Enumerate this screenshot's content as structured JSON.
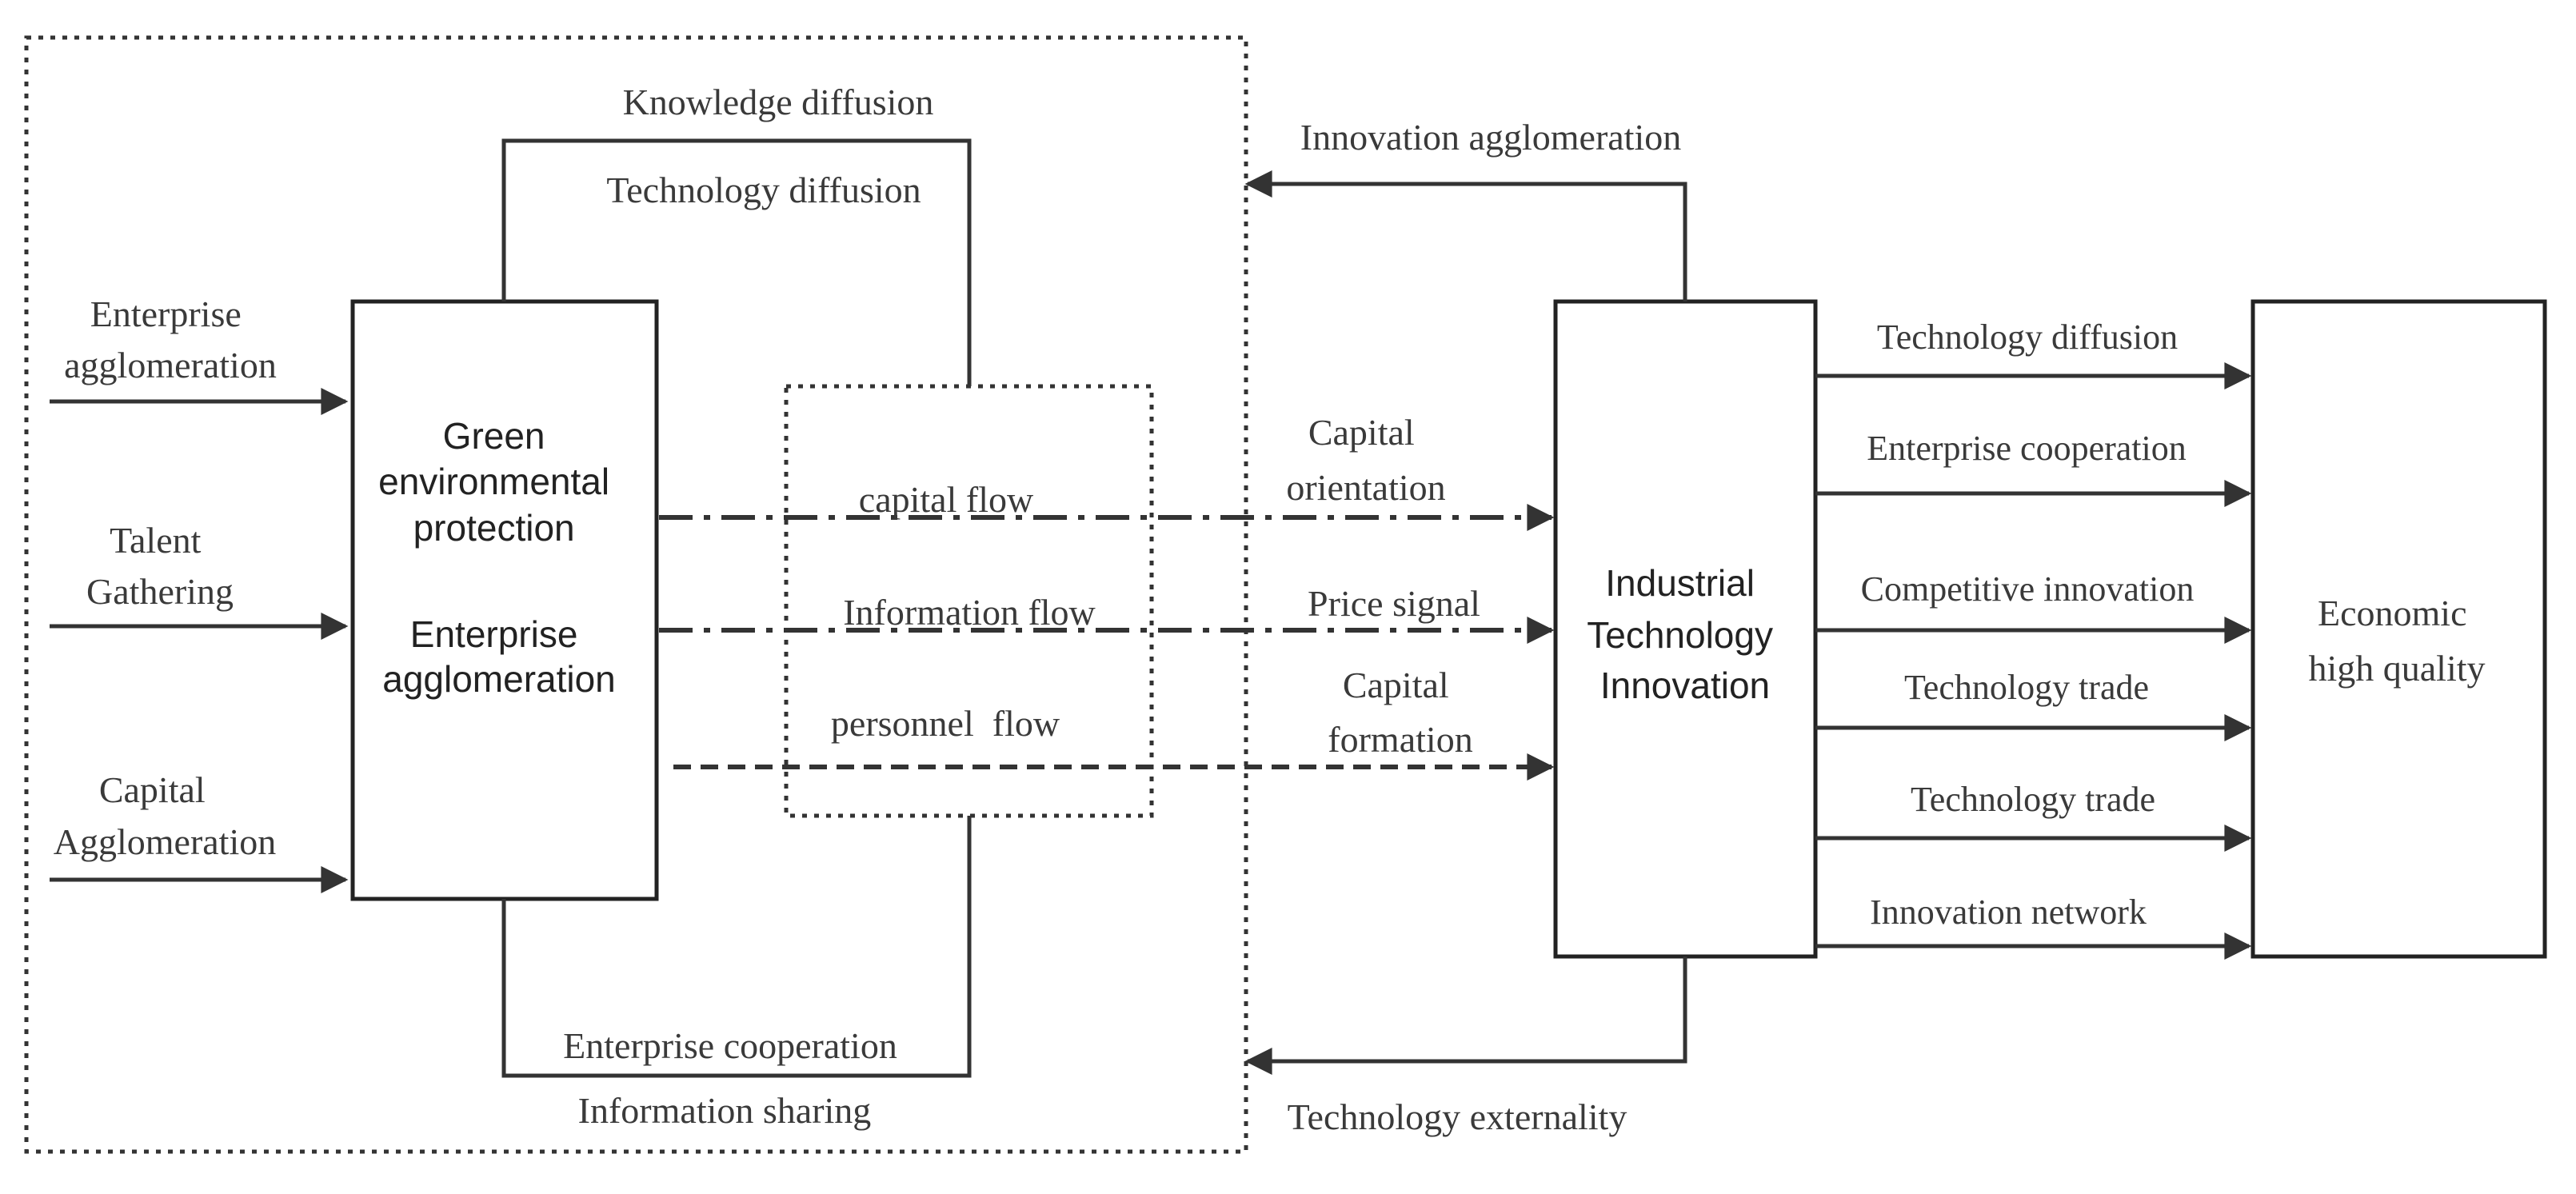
{
  "diagram": {
    "inputs": {
      "enterprise": [
        "Enterprise",
        "agglomeration"
      ],
      "talent": [
        "Talent",
        "Gathering"
      ],
      "capital": [
        "Capital",
        "Agglomeration"
      ]
    },
    "left_box": {
      "line1": "Green",
      "line2": "environmental",
      "line3": "protection",
      "line4": "Enterprise",
      "line5": "agglomeration"
    },
    "top_loop": {
      "label1": "Knowledge diffusion",
      "label2": "Technology diffusion"
    },
    "bottom_loop": {
      "label1": "Enterprise cooperation",
      "label2": "Information sharing"
    },
    "flows": {
      "capital": "capital flow",
      "information": "Information flow",
      "personnel": "personnel  flow"
    },
    "flow_targets": {
      "capital_orientation": [
        "Capital",
        "orientation"
      ],
      "price_signal": "Price signal",
      "capital_formation": [
        "Capital",
        "formation"
      ]
    },
    "center_box": [
      "Industrial",
      "Technology",
      "Innovation"
    ],
    "feedback": {
      "top": "Innovation agglomeration",
      "bottom": "Technology externality"
    },
    "outputs": [
      "Technology diffusion",
      "Enterprise cooperation",
      "Competitive innovation",
      "Technology trade",
      "Technology trade",
      "Innovation network"
    ],
    "right_box": [
      "Economic",
      "high quality"
    ]
  }
}
